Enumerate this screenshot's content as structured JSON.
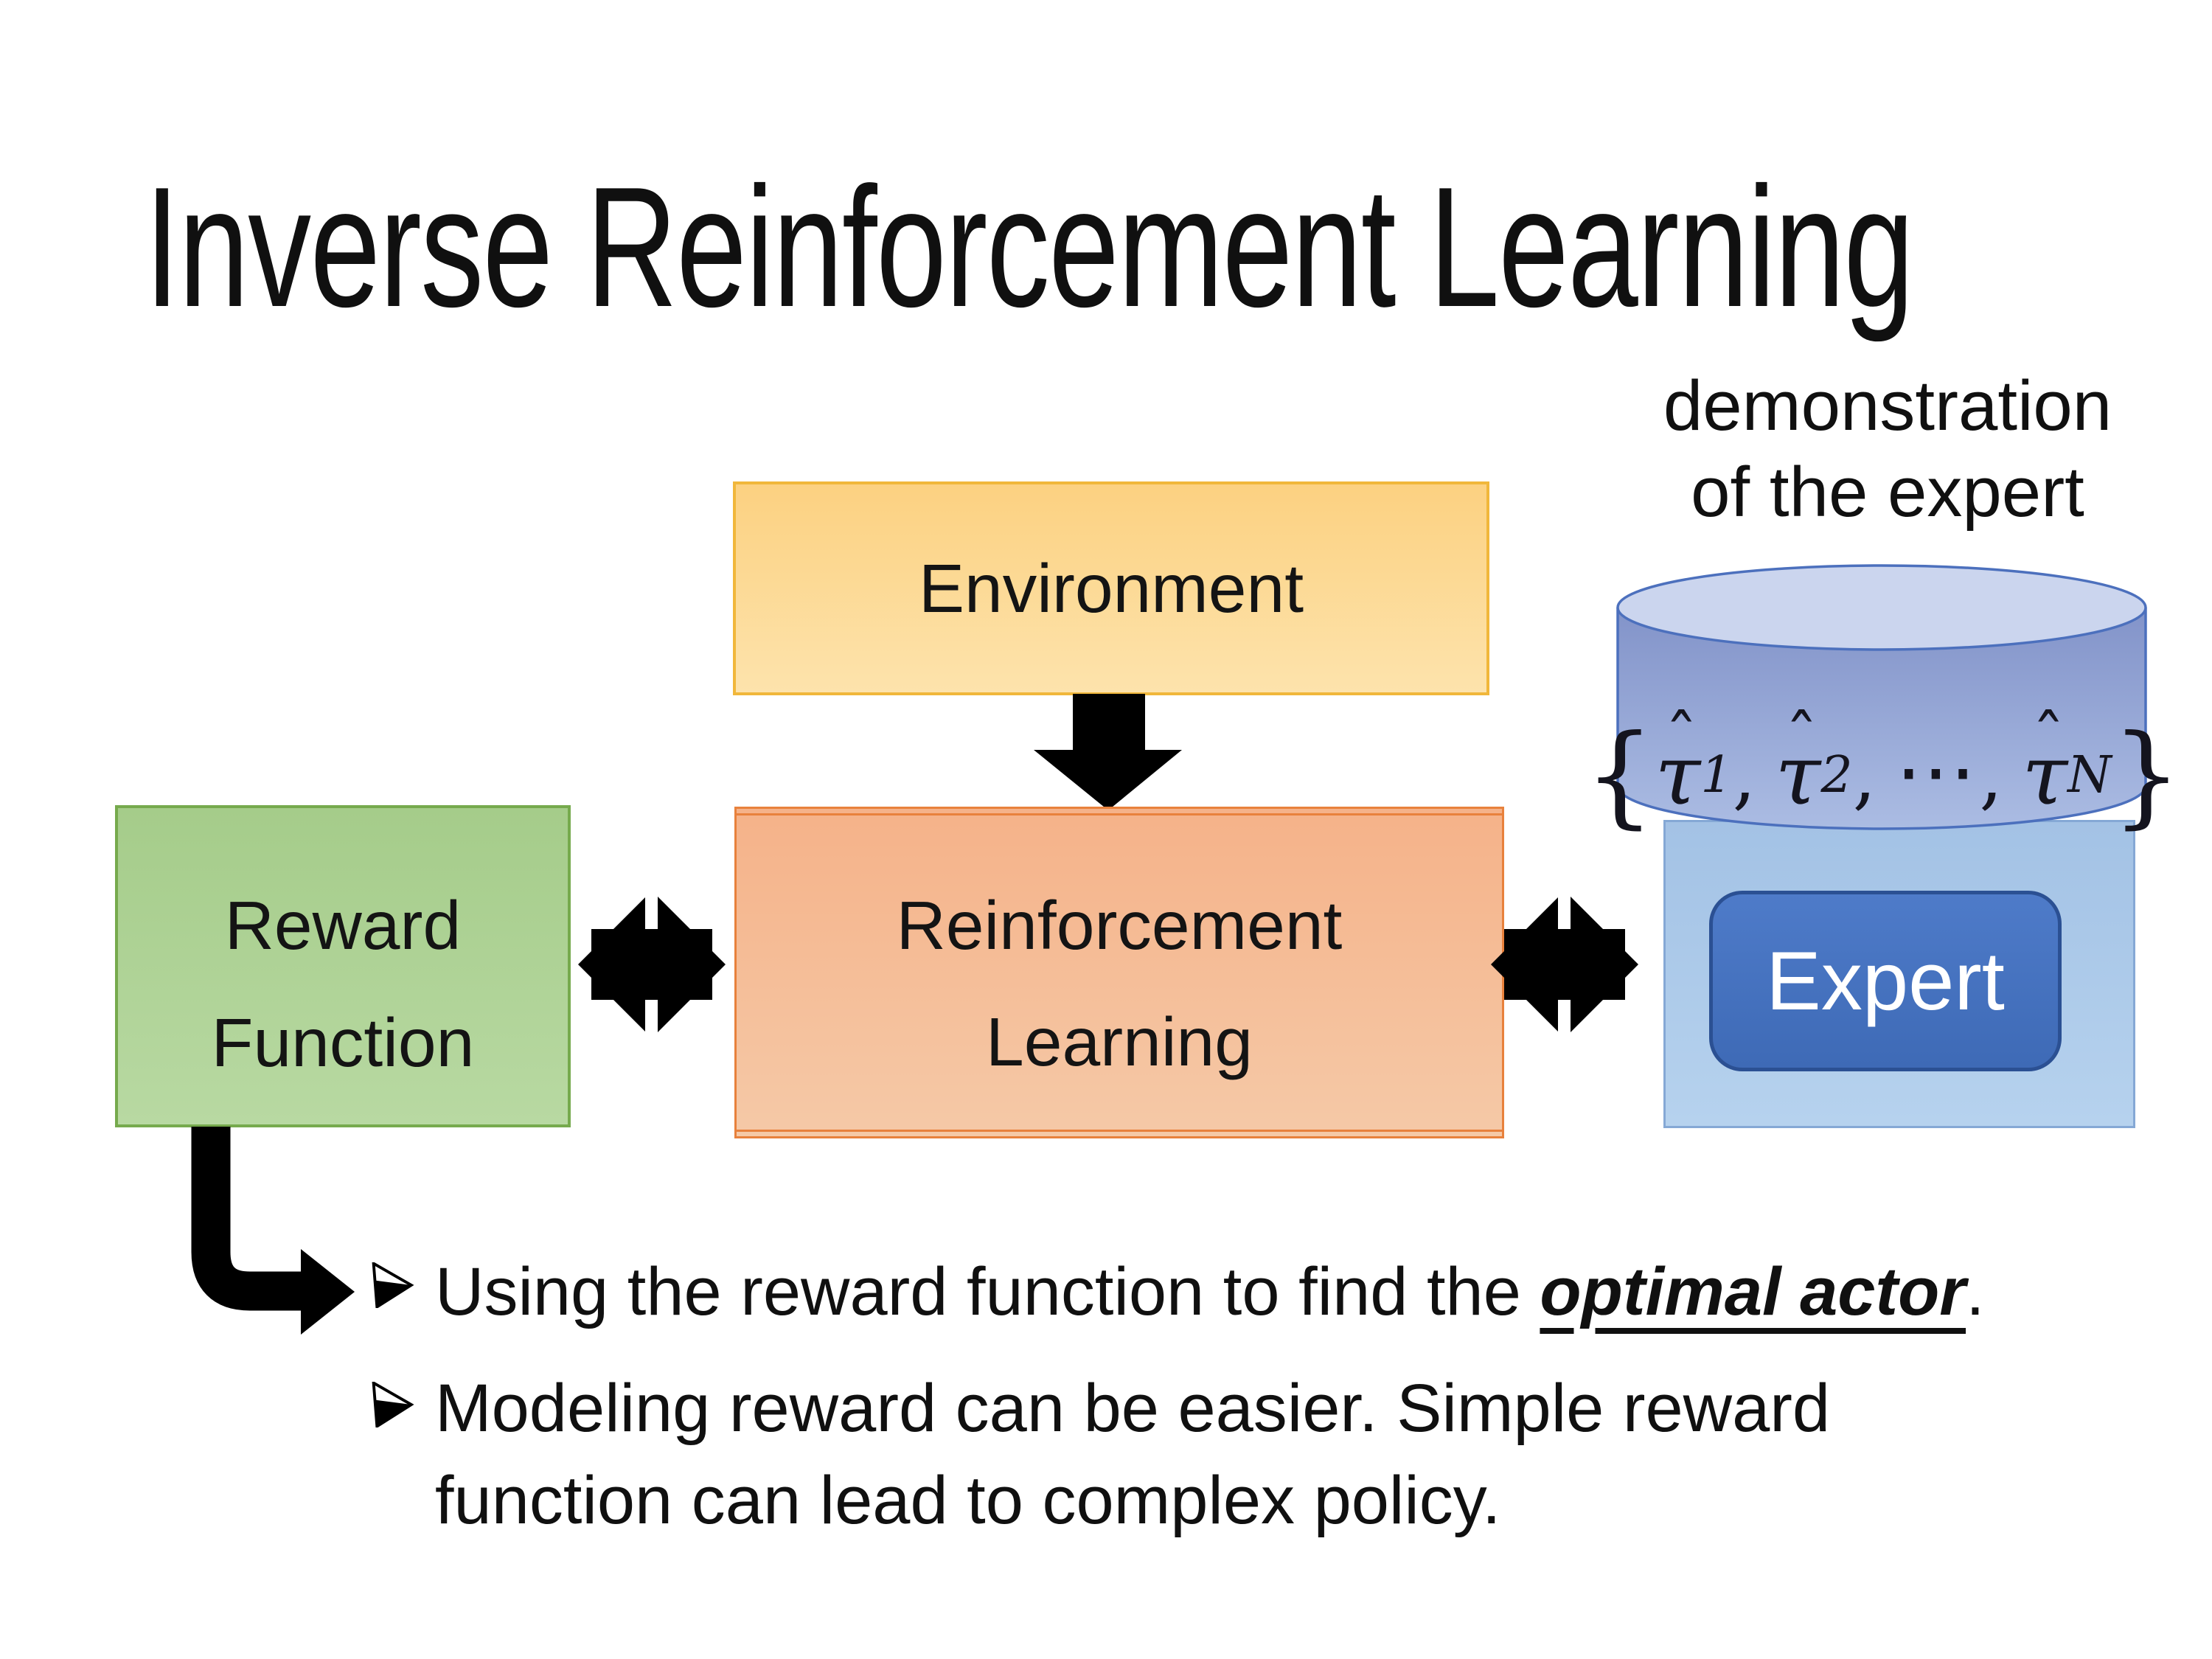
{
  "slide": {
    "title": "Inverse Reinforcement Learning",
    "background_color": "#ffffff"
  },
  "diagram": {
    "environment_box": {
      "label": "Environment"
    },
    "reward_box": {
      "label_line1": "Reward",
      "label_line2": "Function"
    },
    "rl_box": {
      "label_line1": "Reinforcement",
      "label_line2": "Learning"
    },
    "expert_box": {
      "label": "Expert"
    },
    "demonstration_label": {
      "line1": "demonstration",
      "line2": "of the expert"
    },
    "trajectory_set": {
      "open_brace": "{",
      "tau": "τ",
      "hat": "ˆ",
      "sub1": "1",
      "sub2": "2",
      "subN": "N",
      "comma": ",",
      "cdots": "⋯",
      "close_brace": "}"
    },
    "icons": {
      "down_arrow": "block-arrow-down",
      "left_exchange": "bidirectional-collision-arrows",
      "right_exchange": "bidirectional-collision-arrows",
      "elbow_arrow": "elbow-arrow-down-right",
      "bullet_marker": "arrowhead-bullet"
    }
  },
  "bullets": {
    "bullet1": {
      "text_pre": "Using the reward function to find the ",
      "text_emphasis": "optimal actor",
      "text_post": "."
    },
    "bullet2": {
      "line1": "Modeling reward can be easier. Simple reward",
      "line2": "function can lead to complex policy."
    }
  },
  "colors": {
    "environment_fill_top": "#FCD181",
    "environment_fill_bottom": "#FDE3AC",
    "environment_border": "#F1B73B",
    "reward_fill_top": "#A5CC8A",
    "reward_fill_bottom": "#B8D9A2",
    "reward_border": "#76AA4D",
    "rl_fill_top": "#F5B289",
    "rl_fill_bottom": "#F5C9A7",
    "rl_border": "#E8813C",
    "expert_container_fill": "#A9C7E8",
    "expert_container_border": "#85A8D5",
    "expert_fill": "#4472C4",
    "expert_border": "#2B5093",
    "expert_text": "#FFFFFF",
    "cylinder_body_top": "#8293C9",
    "cylinder_body_bottom": "#ABBCE3",
    "cylinder_top_disc": "#CBD5EE",
    "cylinder_border": "#4C70BD",
    "arrow_color": "#000000",
    "text_color": "#101010"
  }
}
